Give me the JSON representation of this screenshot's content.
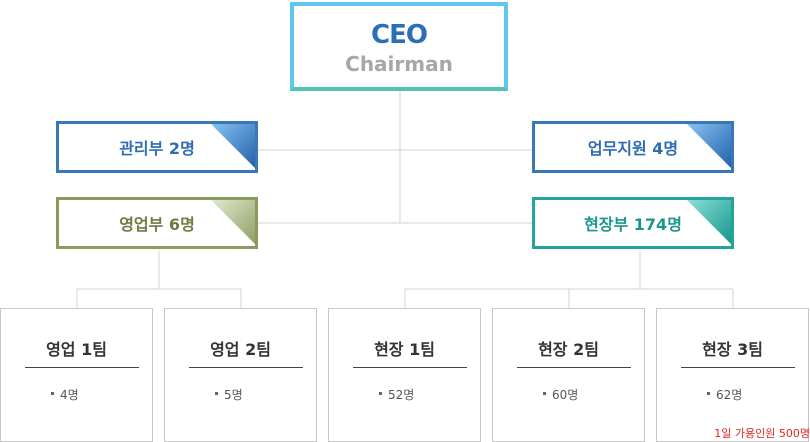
{
  "ceo": {
    "title": "CEO",
    "subtitle": "Chairman"
  },
  "departments": [
    {
      "label": "관리부 2명",
      "color": "#3a77b9"
    },
    {
      "label": "업무지원 4명",
      "color": "#3a77b9"
    },
    {
      "label": "영업부 6명",
      "color": "#8a9a5f"
    },
    {
      "label": "현장부 174명",
      "color": "#23a39a"
    }
  ],
  "teams": [
    {
      "name": "영업 1팀",
      "count": "4명"
    },
    {
      "name": "영업 2팀",
      "count": "5명"
    },
    {
      "name": "현장 1팀",
      "count": "52명"
    },
    {
      "name": "현장 2팀",
      "count": "60명"
    },
    {
      "name": "현장 3팀",
      "count": "62명"
    }
  ],
  "footer_note": "1일 가용인원 500명"
}
